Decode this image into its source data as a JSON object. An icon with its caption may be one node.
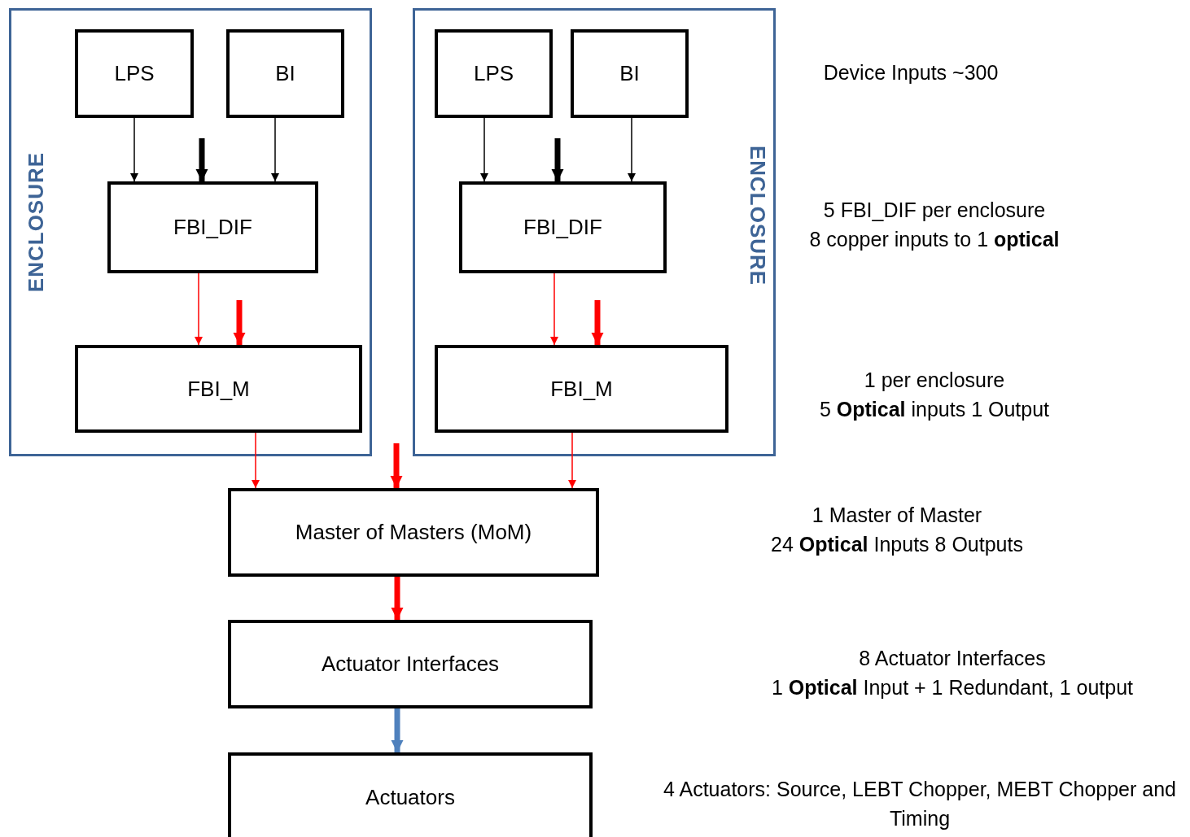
{
  "diagram": {
    "nodes": [
      {
        "text": [
          "ENCLOSURE"
        ]
      },
      {
        "text": [
          "LPS"
        ],
        "in": 0
      },
      {
        "text": [
          "BI"
        ],
        "in": 0
      },
      {
        "text": [
          "FBI_DIF"
        ],
        "in": 0
      },
      {
        "text": [
          "FBI_M"
        ],
        "in": 0
      },
      {
        "text": [
          "ENCLOSURE"
        ]
      },
      {
        "text": [
          "LPS"
        ],
        "in": 5
      },
      {
        "text": [
          "BI"
        ],
        "in": 5
      },
      {
        "text": [
          "FBI_DIF"
        ],
        "in": 5
      },
      {
        "text": [
          "FBI_M"
        ],
        "in": 5
      },
      {
        "text": [
          "Master of Masters (MoM)"
        ]
      },
      {
        "text": [
          "Actuator Interfaces"
        ]
      },
      {
        "text": [
          "Actuators"
        ]
      }
    ],
    "edges": [
      {
        "from": 1,
        "to": 3,
        "arrow": "to",
        "color": "#000000"
      },
      {
        "from": null,
        "to": 3,
        "arrow": "to",
        "style": "thick",
        "color": "#000000"
      },
      {
        "from": 2,
        "to": 3,
        "arrow": "to",
        "color": "#000000"
      },
      {
        "from": 6,
        "to": 8,
        "arrow": "to",
        "color": "#000000"
      },
      {
        "from": null,
        "to": 8,
        "arrow": "to",
        "style": "thick",
        "color": "#000000"
      },
      {
        "from": 7,
        "to": 8,
        "arrow": "to",
        "color": "#000000"
      },
      {
        "from": 3,
        "to": 4,
        "arrow": "to"
      },
      {
        "from": null,
        "to": 4,
        "arrow": "to",
        "style": "thick"
      },
      {
        "from": 8,
        "to": 9,
        "arrow": "to"
      },
      {
        "from": null,
        "to": 9,
        "arrow": "to",
        "style": "thick"
      },
      {
        "from": 4,
        "to": 10,
        "arrow": "to"
      },
      {
        "from": null,
        "to": 10,
        "arrow": "to",
        "style": "thick"
      },
      {
        "from": 9,
        "to": 10,
        "arrow": "to"
      },
      {
        "from": 10,
        "to": 11,
        "arrow": "to",
        "style": "thick"
      },
      {
        "from": 11,
        "to": 12,
        "arrow": "to",
        "style": "thick",
        "color": "#4f81bd"
      }
    ],
    "labels": [
      "Device Inputs ~300",
      "5 FBI_DIF per enclosure",
      "8 copper inputs to 1 **optical**",
      "1 per enclosure",
      "5 **Optical** inputs 1 Output",
      "1 Master of Master",
      "24 **Optical** Inputs 8 Outputs",
      "8 Actuator Interfaces",
      "1 **Optical** Input + 1 Redundant, 1 output",
      "4 Actuators: Source, LEBT Chopper, MEBT Chopper and Timing"
    ]
  }
}
